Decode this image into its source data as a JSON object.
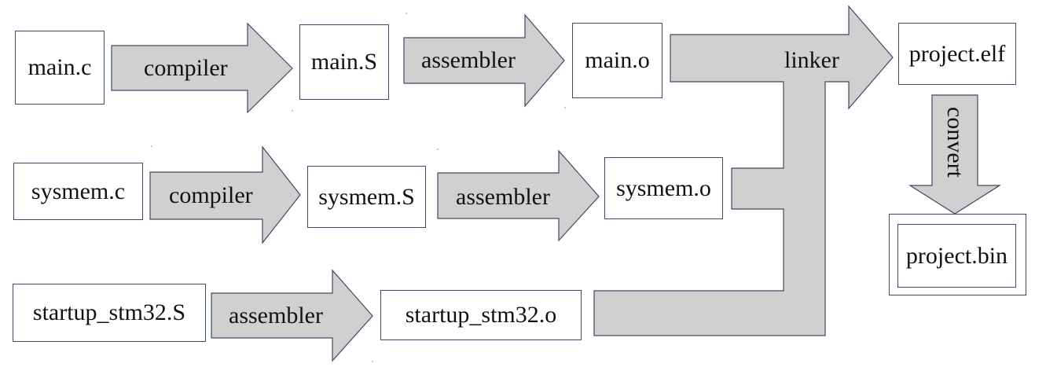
{
  "files": {
    "main_c": "main.c",
    "main_s": "main.S",
    "main_o": "main.o",
    "sysmem_c": "sysmem.c",
    "sysmem_s": "sysmem.S",
    "sysmem_o": "sysmem.o",
    "startup_s": "startup_stm32.S",
    "startup_o": "startup_stm32.o",
    "project_elf": "project.elf",
    "project_bin": "project.bin"
  },
  "steps": {
    "compiler_1": "compiler",
    "assembler_1": "assembler",
    "compiler_2": "compiler",
    "assembler_2": "assembler",
    "assembler_3": "assembler",
    "linker": "linker",
    "convert": "convert"
  },
  "colors": {
    "arrow_fill": "#d0d0d0",
    "arrow_stroke": "#3c4a66",
    "box_border": "#3c4a66"
  }
}
